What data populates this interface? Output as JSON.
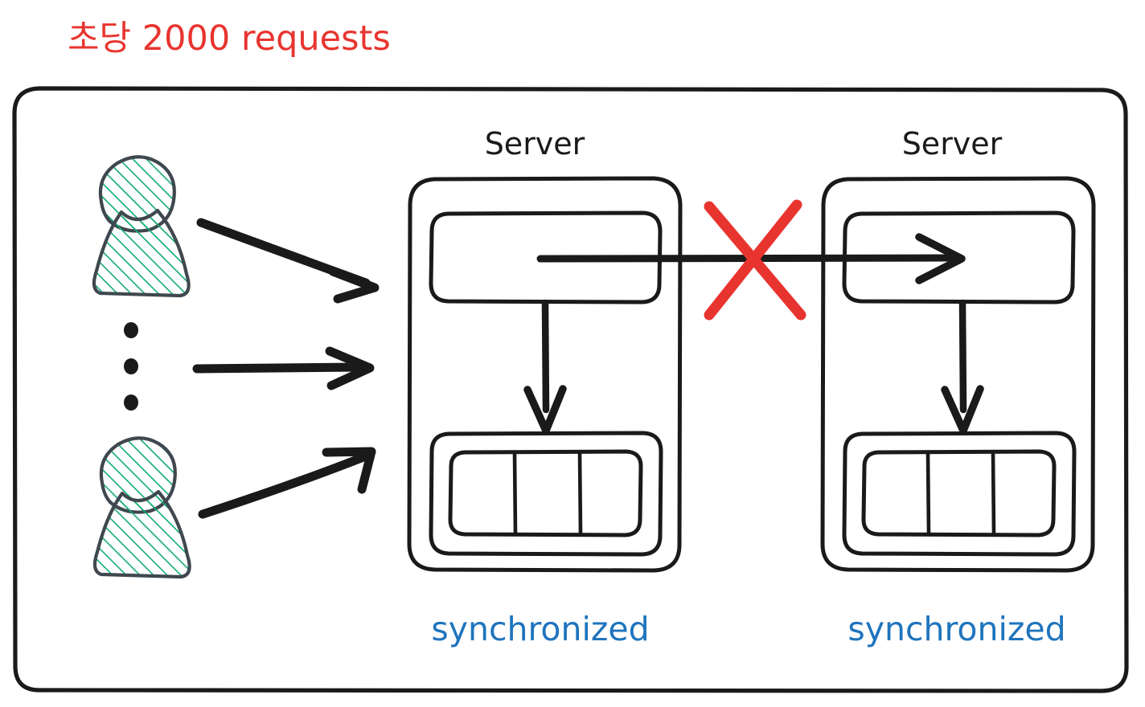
{
  "diagram": {
    "title": "초당 2000 requests",
    "title_color": "#e8342f",
    "style": "hand-drawn whiteboard sketch",
    "background_color": "#ffffff",
    "ink_color": "#1a1a1a",
    "outer_container": {
      "name": "system-boundary",
      "shape": "rounded-rectangle"
    },
    "clients": {
      "figure_outline_color": "#3f4850",
      "figure_hatch_color": "#12ab77",
      "count_label": "",
      "ellipsis_dots": 3,
      "items": [
        {
          "label": ""
        },
        {
          "label": ""
        }
      ]
    },
    "request_arrows": [
      {
        "name": "request-arrow-top",
        "direction": "down-right"
      },
      {
        "name": "request-arrow-middle",
        "direction": "right"
      },
      {
        "name": "request-arrow-bottom",
        "direction": "up-right"
      }
    ],
    "servers": [
      {
        "title": "Server",
        "app_box_label": "",
        "database_label": "",
        "database_cells": 3,
        "status_label": "synchronized",
        "status_color": "#1f74bd",
        "write_arrow": "app-to-database"
      },
      {
        "title": "Server",
        "app_box_label": "",
        "database_label": "",
        "database_cells": 3,
        "status_label": "synchronized",
        "status_color": "#1f74bd",
        "write_arrow": "app-to-database"
      }
    ],
    "sync_link": {
      "name": "server-to-server-sync-arrow",
      "blocked": true,
      "block_marker": "X",
      "block_marker_color": "#e8342f"
    }
  }
}
